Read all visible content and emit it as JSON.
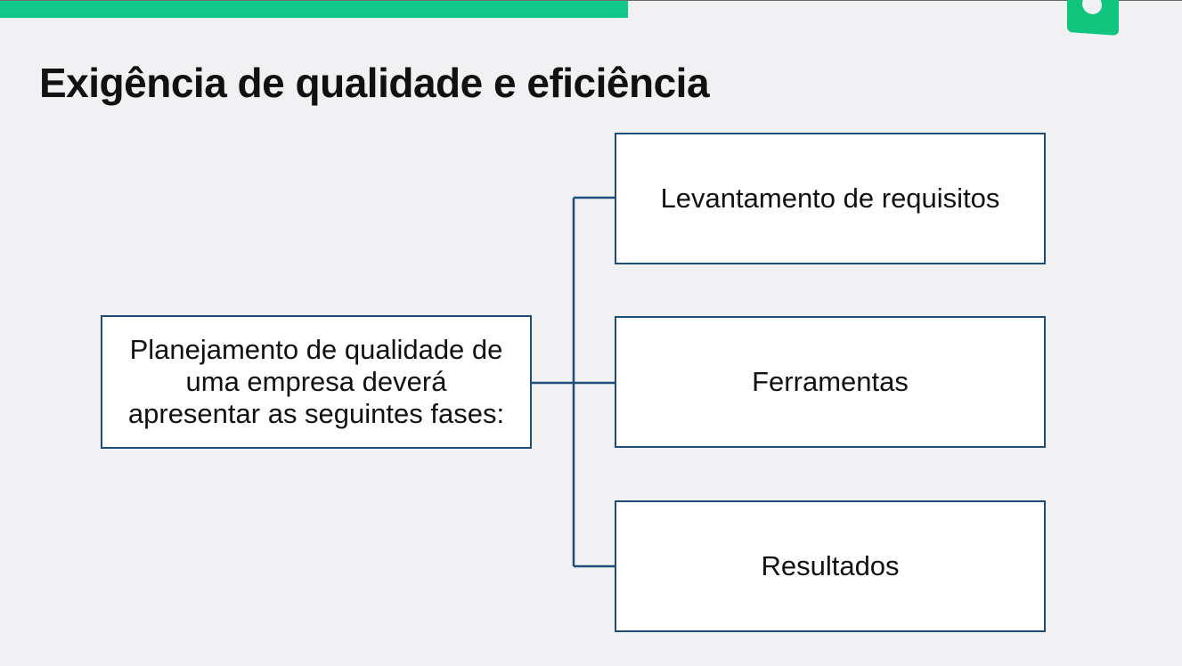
{
  "header": {
    "progress": 0.531,
    "accent_color": "#11c88b",
    "logo_icon": "green-d-logo-icon",
    "title": "Exigência de qualidade e eficiência"
  },
  "diagram": {
    "line_color": "#1f4d7a",
    "source": {
      "lines": [
        "Planejamento de qualidade de",
        "uma empresa deverá",
        "apresentar as seguintes fases:"
      ]
    },
    "phases": [
      {
        "label": "Levantamento de requisitos"
      },
      {
        "label": "Ferramentas"
      },
      {
        "label": "Resultados"
      }
    ]
  }
}
